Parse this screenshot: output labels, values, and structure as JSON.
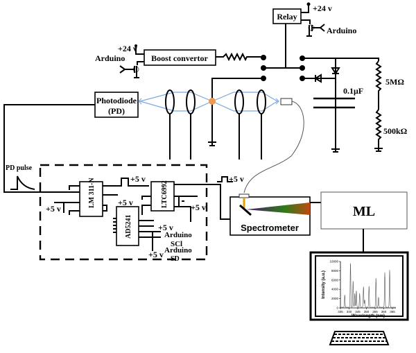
{
  "diagram": {
    "relay": {
      "label": "Relay",
      "supply": "+24 v",
      "control": "Arduino"
    },
    "boost": {
      "label": "Boost convertor",
      "supply": "+24 v",
      "control": "Arduino"
    },
    "capacitor": {
      "label": "0.1μF"
    },
    "resistors": [
      {
        "label": "5MΩ"
      },
      {
        "label": "500kΩ"
      }
    ],
    "photodiode": {
      "line1": "Photodiode",
      "line2": "(PD)"
    },
    "pd_pulse": {
      "label": "PD pulse"
    },
    "chips": [
      {
        "label": "LM 311-N"
      },
      {
        "label": "LTC6992"
      },
      {
        "label": "AD5241"
      }
    ],
    "supply_labels": {
      "lm311_left": "+5 v",
      "lm311_top": "+5 v",
      "ltc_left": "+5 v",
      "ltc_right": "+5 v",
      "ad_pin": "+5 v",
      "ad_bottom": "+5 v",
      "trigger": "+5 v"
    },
    "arduino_pins": [
      {
        "label": "Arduino",
        "sub": "SCl"
      },
      {
        "label": "Arduino",
        "sub": "SD"
      }
    ],
    "spectrometer": {
      "label": "Spectrometer"
    },
    "ml": {
      "label": "ML"
    },
    "monitor": {
      "icon": "computer-monitor-icon",
      "keyboard_icon": "keyboard-icon"
    },
    "colors": {
      "spark": "#f0994a",
      "beam": "#7aa7e0",
      "slit": "#e8a000"
    }
  },
  "chart_data": {
    "type": "line",
    "title": "",
    "xlabel": "Wavelength (nm)",
    "ylabel": "Intensity (a.u.)",
    "xlim": [
      335,
      367
    ],
    "ylim": [
      0,
      10000
    ],
    "xticks": [
      335,
      340,
      345,
      350,
      355,
      360,
      365
    ],
    "yticks": [
      0,
      2000,
      4000,
      6000,
      8000,
      10000
    ],
    "peaks": [
      {
        "x": 337.5,
        "y": 2700
      },
      {
        "x": 340.8,
        "y": 9700
      },
      {
        "x": 342.3,
        "y": 5800
      },
      {
        "x": 343.3,
        "y": 3000
      },
      {
        "x": 344.2,
        "y": 3600
      },
      {
        "x": 346.1,
        "y": 3000
      },
      {
        "x": 348.3,
        "y": 4500
      },
      {
        "x": 349.0,
        "y": 1600
      },
      {
        "x": 351.5,
        "y": 4600
      },
      {
        "x": 355.5,
        "y": 6300
      },
      {
        "x": 357.0,
        "y": 2200
      },
      {
        "x": 360.6,
        "y": 7500
      },
      {
        "x": 363.4,
        "y": 8100
      }
    ]
  }
}
